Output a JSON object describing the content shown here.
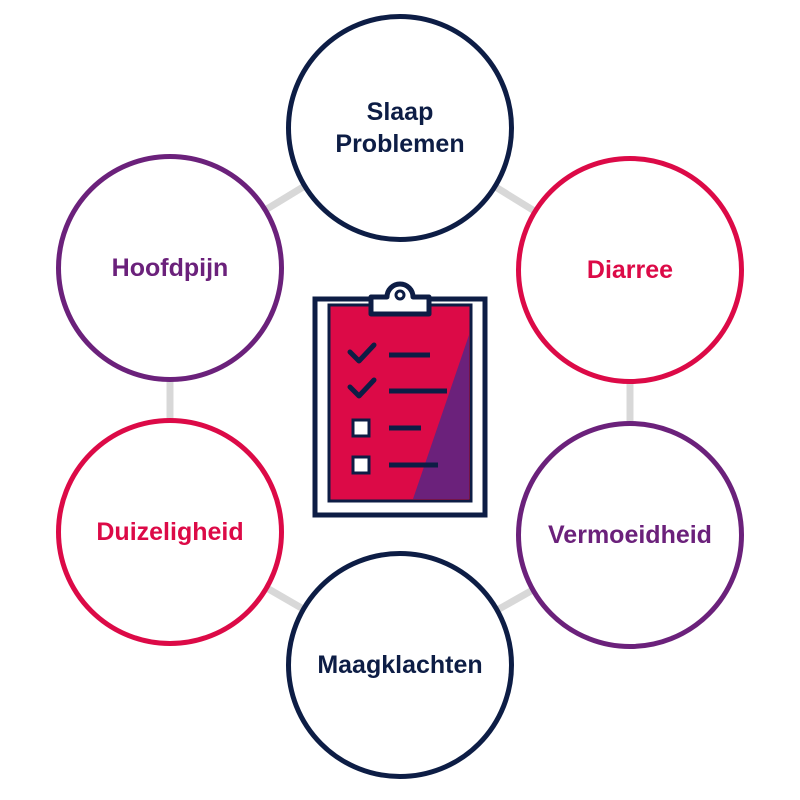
{
  "colors": {
    "navy": "#0d1d45",
    "pink": "#dc0a47",
    "purple": "#6b217b",
    "connector": "#d8d8d8"
  },
  "center_icon": "clipboard-checklist-icon",
  "nodes": [
    {
      "id": "sleep",
      "line1": "Slaap",
      "line2": "Problemen"
    },
    {
      "id": "diarrhea",
      "line1": "Diarree"
    },
    {
      "id": "fatigue",
      "line1": "Vermoeidheid"
    },
    {
      "id": "stomach",
      "line1": "Maagklachten"
    },
    {
      "id": "dizziness",
      "line1": "Duizeligheid"
    },
    {
      "id": "headache",
      "line1": "Hoofdpijn"
    }
  ],
  "checklist": {
    "items": [
      {
        "state": "checked"
      },
      {
        "state": "checked"
      },
      {
        "state": "unchecked"
      },
      {
        "state": "unchecked"
      }
    ]
  }
}
